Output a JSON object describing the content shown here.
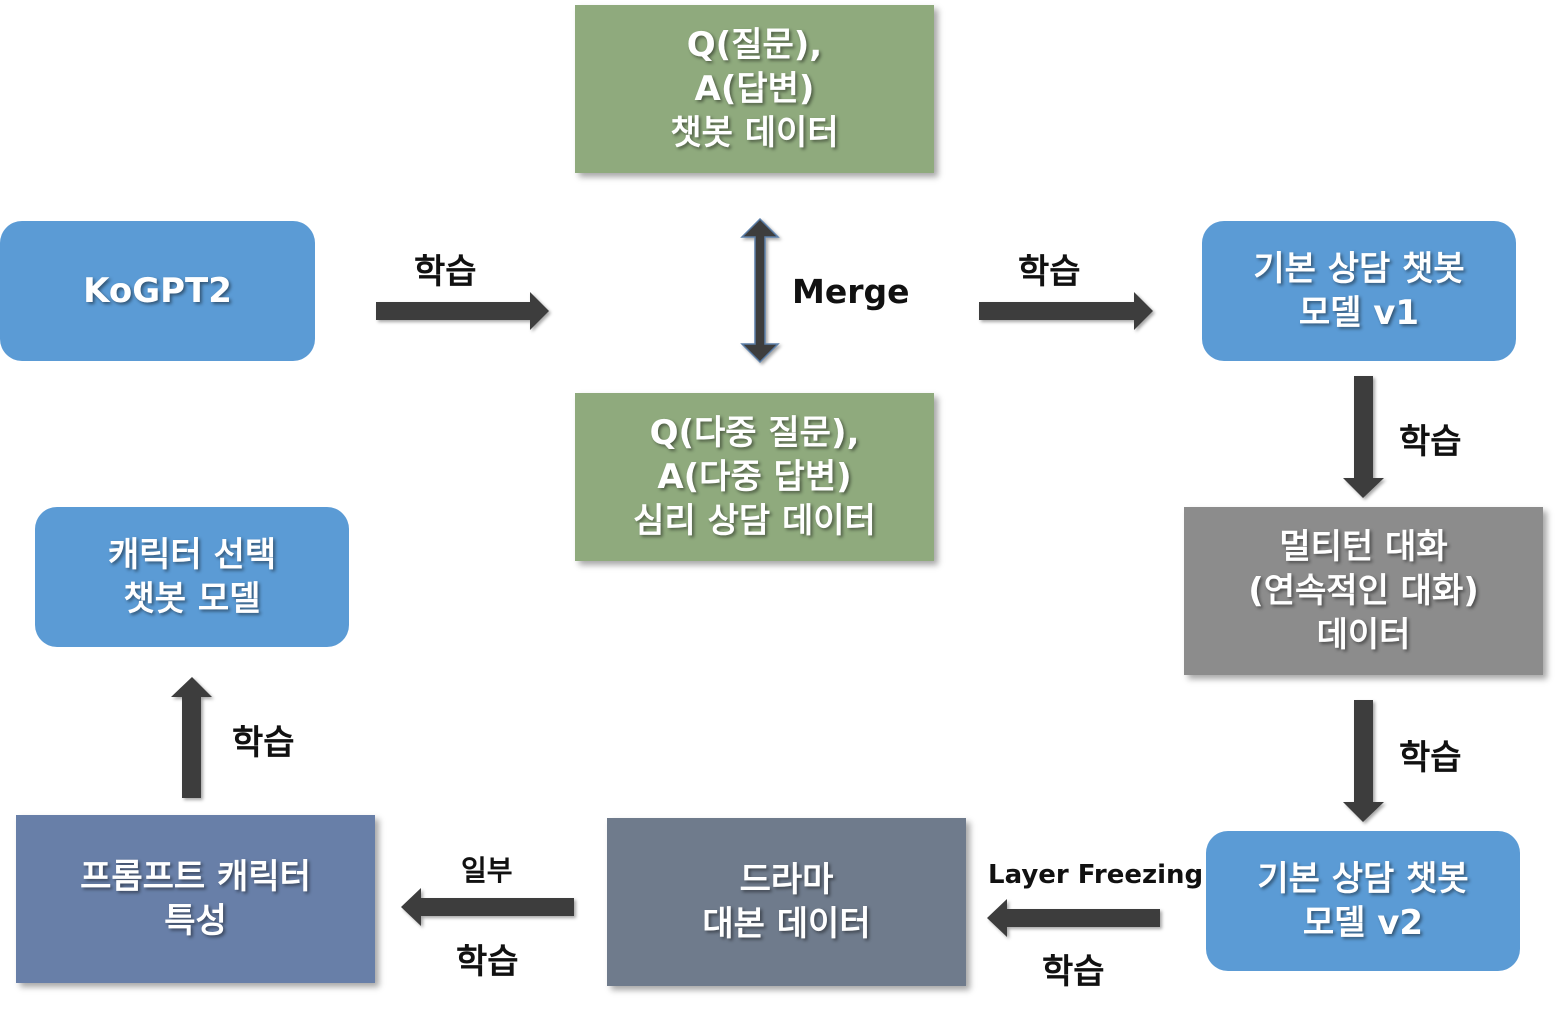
{
  "colors": {
    "blue": "#5b9bd5",
    "green": "#8faa7d",
    "gray": "#8c8c8c",
    "slate": "#6f7b8c",
    "purple_blue": "#687fa8",
    "arrow": "#3d3d3d"
  },
  "nodes": {
    "kogpt2": "KoGPT2",
    "qa_chatbot_data": "Q(질문),\nA(답변)\n챗봇 데이터",
    "qa_counseling_data": "Q(다중 질문),\nA(다중 답변)\n심리 상담 데이터",
    "base_model_v1": "기본 상담 챗봇\n모델 v1",
    "multiturn_data": "멀티턴 대화\n(연속적인 대화)\n데이터",
    "base_model_v2": "기본 상담 챗봇\n모델 v2",
    "drama_script_data": "드라마\n대본 데이터",
    "prompt_character": "프롬프트 캐릭터\n특성",
    "character_select_model": "캐릭터 선택\n챗봇 모델"
  },
  "edges": {
    "learn_1": "학습",
    "merge": "Merge",
    "learn_2": "학습",
    "learn_3": "학습",
    "learn_4": "학습",
    "layer_freezing": "Layer Freezing",
    "learn_5": "학습",
    "partial": "일부",
    "learn_6": "학습",
    "learn_7": "학습"
  }
}
